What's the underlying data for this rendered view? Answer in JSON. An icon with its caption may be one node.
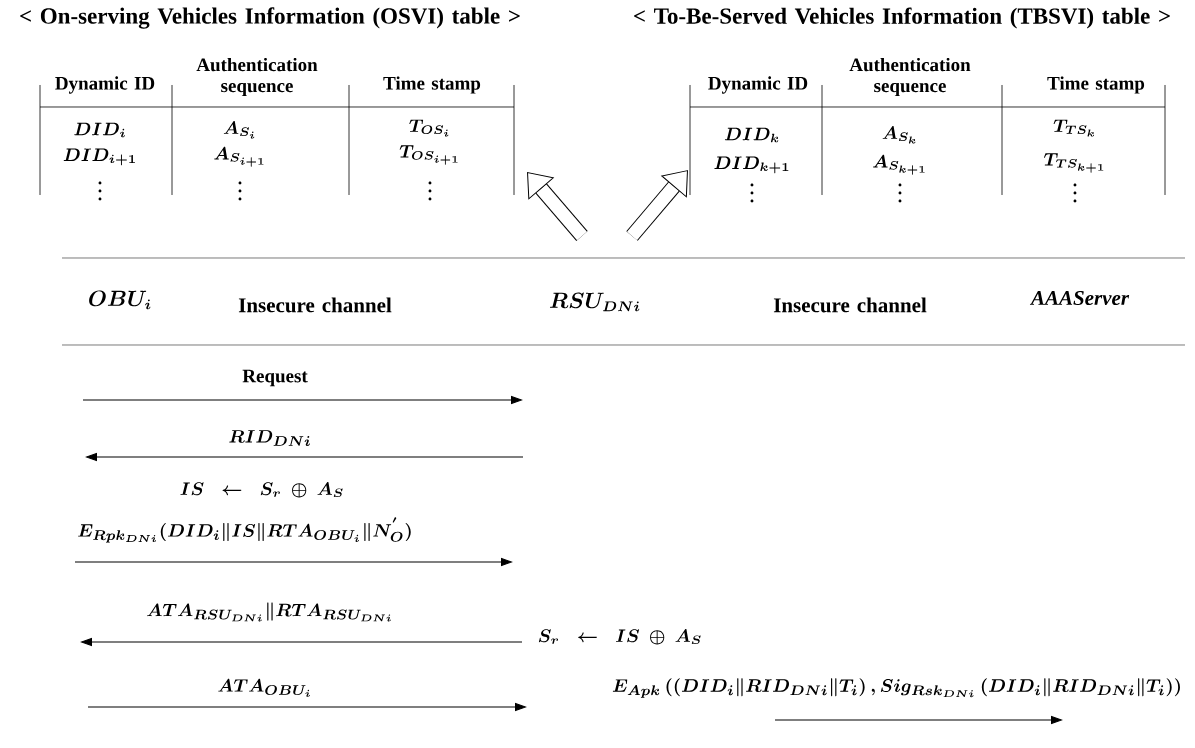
{
  "diagram": {
    "labels": [
      "< On-serving Vehicles Information (OSVI) table >",
      "< To-Be-Served Vehicles Information  (TBSVI) table >",
      "Dynamic ID",
      "Authentication sequence",
      "Time stamp",
      "DID_{i}",
      "A_{S_{i}}",
      "T_{OS_{i}}",
      "DID_{i+1}",
      "A_{S_{i+1}}",
      "T_{OS_{i+1}}",
      "\\vdots",
      "\\vdots",
      "\\vdots",
      "Dynamic ID",
      "Authentication sequence",
      "Time stamp",
      "DID_{k}",
      "A_{S_{k}}",
      "T_{TS_{k}}",
      "DID_{k+1}",
      "A_{S_{k+1}}",
      "T_{TS_{k+1}}",
      "\\vdots",
      "\\vdots",
      "\\vdots",
      "OBU_{i}",
      "Insecure channel",
      "RSU_{DNi}",
      "Insecure channel",
      "AAAServer",
      "Request",
      "RID_{DNi}",
      "IS \\leftarrow S_{r} \\oplus A_{S}",
      "E_{Rpk_{DNi}}(DID_{i} \\| IS \\| RTA_{OBU_{i}} \\| N^{'}_{O})",
      "ATA_{RSU_{DNi}} \\| RTA_{RSU_{DNi}}",
      "S_{r} \\leftarrow IS \\oplus A_{S}",
      "ATA_{OBU_{i}}",
      "E_{Apk}\\left(\\left(DID_{i} \\| RID_{DNi} \\| T_{i}\\right), Sig_{Rsk_{DNi}}\\left(DID_{i} \\| RID_{DNi} \\| T_{i}\\right)\\right)"
    ]
  }
}
